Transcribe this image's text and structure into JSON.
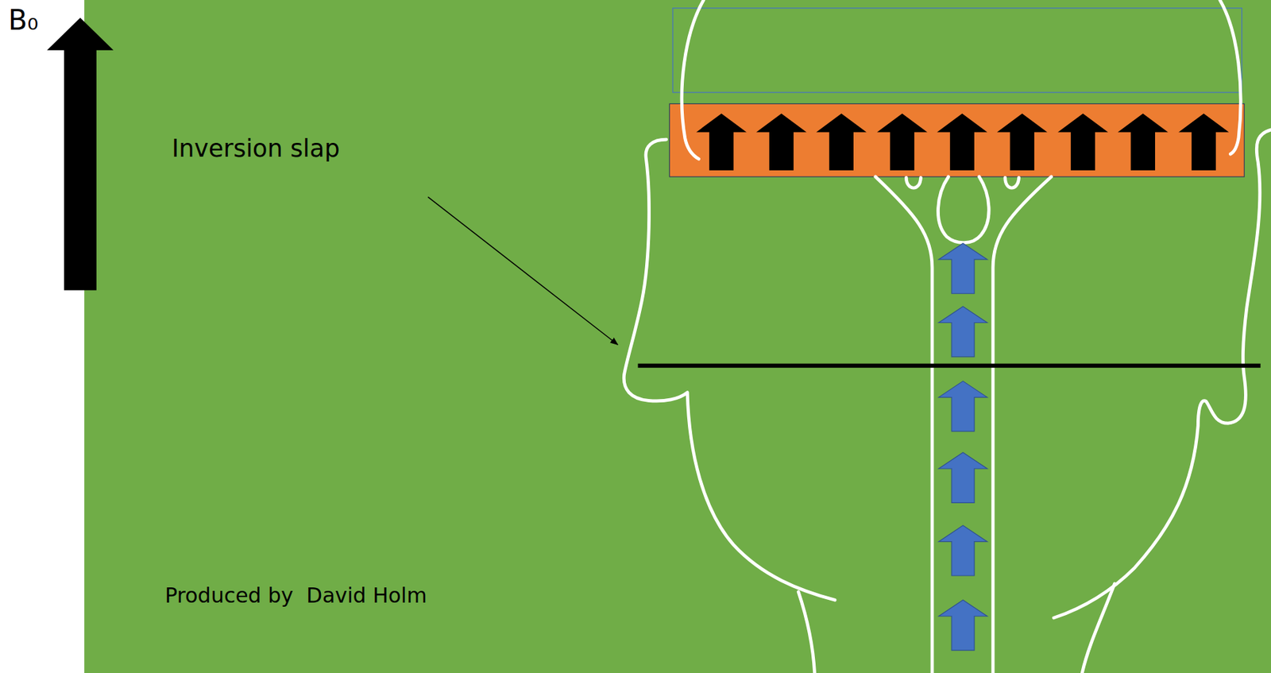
{
  "diagram": {
    "labels": [
      "B₀",
      "Inversion slap",
      "Produced by  David Holm"
    ]
  }
}
